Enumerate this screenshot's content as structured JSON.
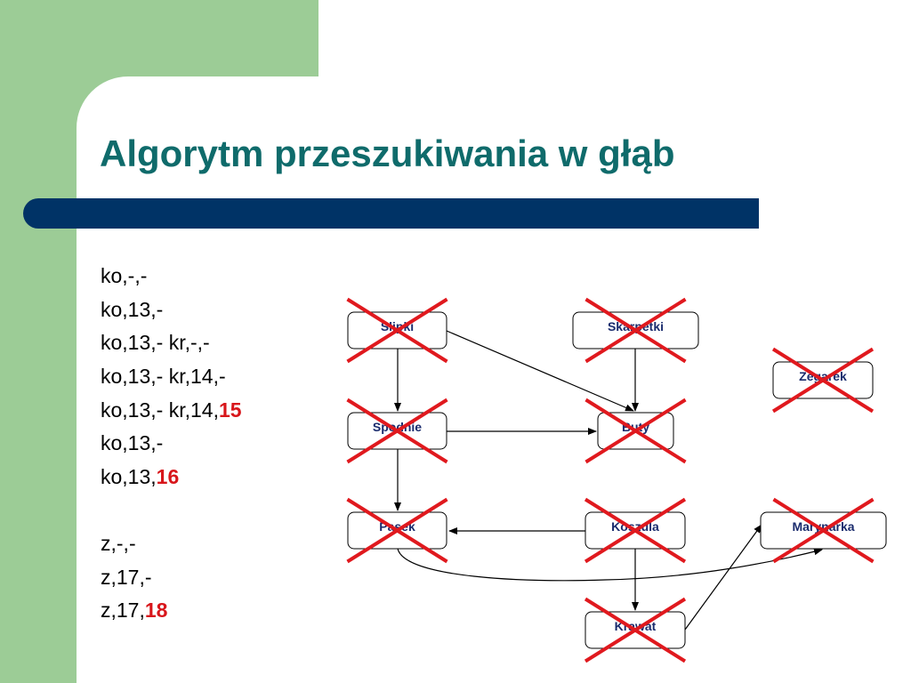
{
  "slide": {
    "title": "Algorytm przeszukiwania w głąb"
  },
  "steps": [
    {
      "text": "ko,-,-",
      "highlight": ""
    },
    {
      "text": "ko,13,-",
      "highlight": ""
    },
    {
      "text": "ko,13,- kr,-,-",
      "highlight": ""
    },
    {
      "text": "ko,13,- kr,14,-",
      "highlight": ""
    },
    {
      "text": "ko,13,- kr,14,",
      "highlight": "15"
    },
    {
      "text": "ko,13,-",
      "highlight": ""
    },
    {
      "text": "ko,13,",
      "highlight": "16"
    },
    {
      "text": "z,-,-",
      "highlight": ""
    },
    {
      "text": "z,17,-",
      "highlight": ""
    },
    {
      "text": "z,17,",
      "highlight": "18"
    }
  ],
  "diagram": {
    "nodes": [
      {
        "id": "slipki",
        "label": "Slipki",
        "crossed": true
      },
      {
        "id": "skarpetki",
        "label": "Skarpetki",
        "crossed": true
      },
      {
        "id": "zegarek",
        "label": "Zegarek",
        "crossed": true
      },
      {
        "id": "spodnie",
        "label": "Spodnie",
        "crossed": true
      },
      {
        "id": "buty",
        "label": "Buty",
        "crossed": true
      },
      {
        "id": "pasek",
        "label": "Pasek",
        "crossed": true
      },
      {
        "id": "koszula",
        "label": "Koszula",
        "crossed": true
      },
      {
        "id": "marynarka",
        "label": "Marynarka",
        "crossed": true
      },
      {
        "id": "krawat",
        "label": "Krawat",
        "crossed": true
      }
    ],
    "edges": [
      {
        "from": "slipki",
        "to": "spodnie"
      },
      {
        "from": "slipki",
        "to": "buty"
      },
      {
        "from": "skarpetki",
        "to": "buty"
      },
      {
        "from": "spodnie",
        "to": "buty"
      },
      {
        "from": "spodnie",
        "to": "pasek"
      },
      {
        "from": "koszula",
        "to": "pasek"
      },
      {
        "from": "koszula",
        "to": "krawat"
      },
      {
        "from": "pasek",
        "to": "marynarka"
      },
      {
        "from": "krawat",
        "to": "marynarka"
      }
    ]
  },
  "colors": {
    "side_panel": "#9ccc96",
    "title_text": "#0f6b6b",
    "title_bar": "#003366",
    "highlight": "#d8161b",
    "node_label": "#1a2b6d",
    "cross": "#e0191e"
  }
}
